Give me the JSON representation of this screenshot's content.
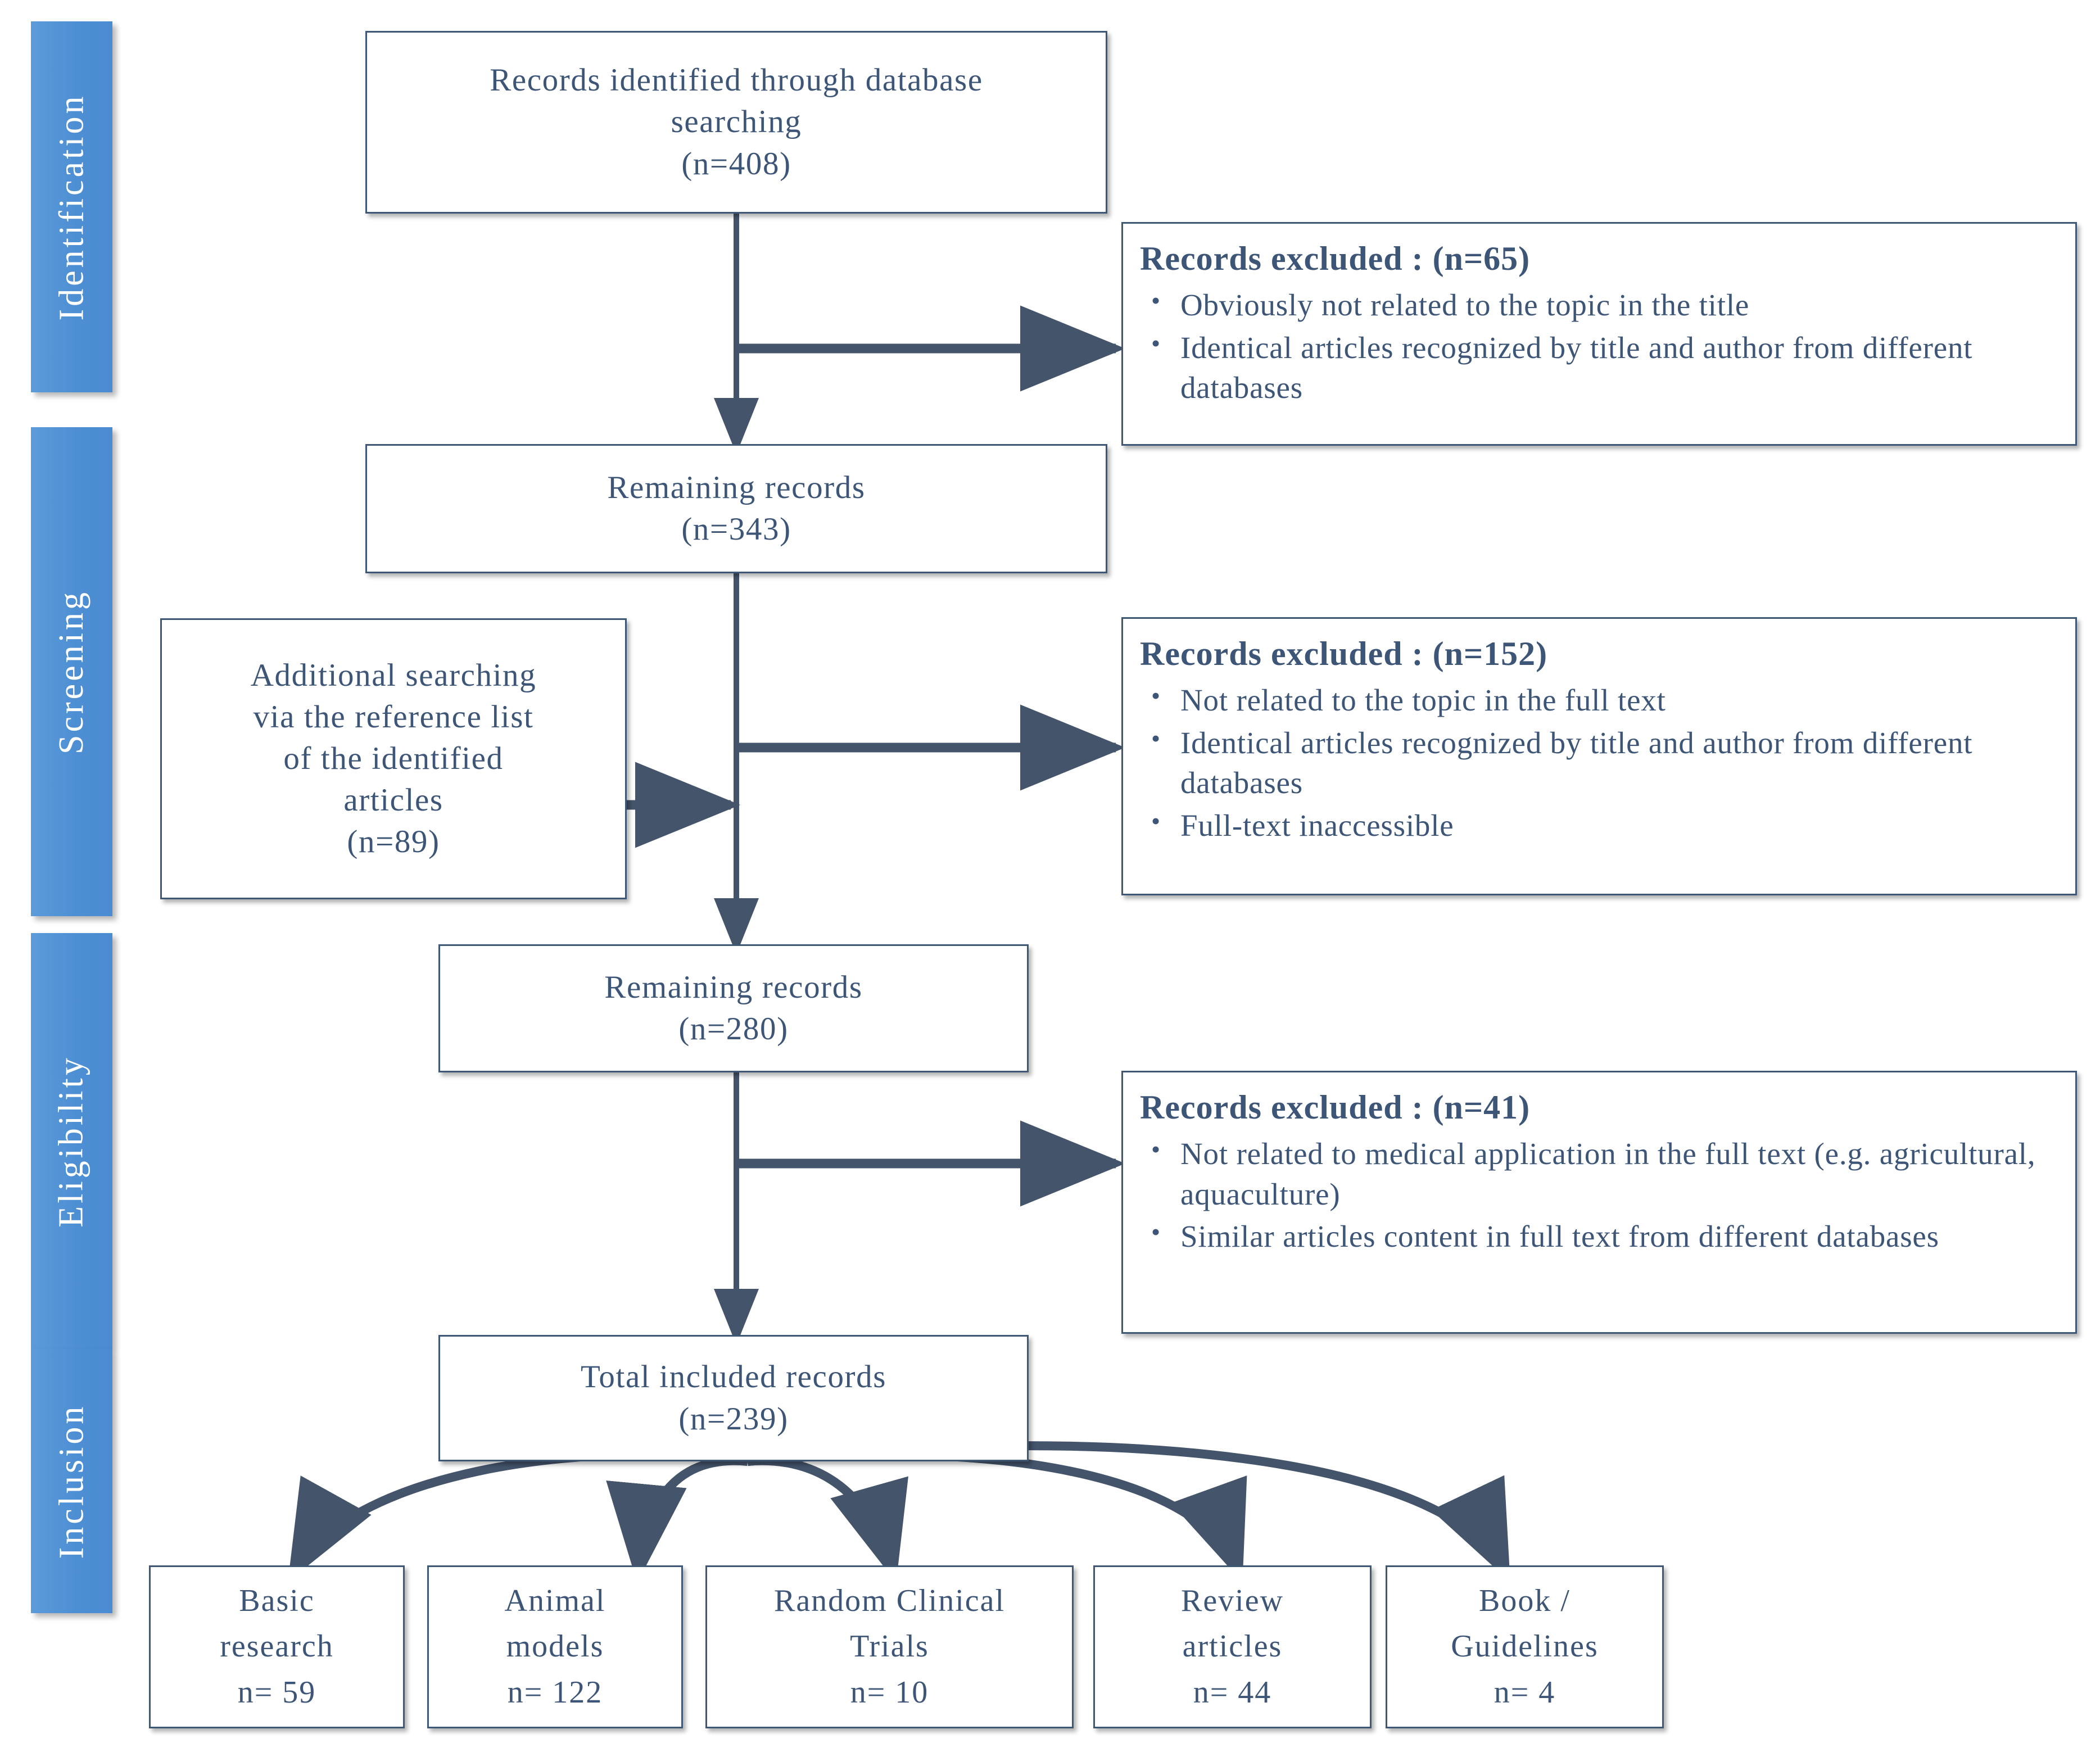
{
  "diagram": {
    "title": "PRISMA study selection flow diagram",
    "colors": {
      "phase_bar": "#4F8FD4",
      "box_border": "#3E5775",
      "text": "#3D5576",
      "connector": "#44546A",
      "background": "#FFFFFF"
    }
  },
  "phases": [
    {
      "label": "Identification"
    },
    {
      "label": "Screening"
    },
    {
      "label": "Eligibility"
    },
    {
      "label": "Inclusion"
    }
  ],
  "nodes": {
    "identified": {
      "l1": "Records identified through database",
      "l2": "searching",
      "l3": "(n=408)"
    },
    "remaining_343": {
      "l1": "Remaining records",
      "l2": "(n=343)"
    },
    "additional": {
      "l1": "Additional searching",
      "l2": "via the reference list",
      "l3": "of the identified",
      "l4": "articles",
      "l5": "(n=89)"
    },
    "remaining_280": {
      "l1": "Remaining records",
      "l2": "(n=280)"
    },
    "total_included": {
      "l1": "Total included records",
      "l2": "(n=239)"
    }
  },
  "excluded": [
    {
      "heading": "Records excluded : (n=65)",
      "bullets": [
        "Obviously not related to the topic in the title",
        "Identical articles recognized by title and author from different databases"
      ]
    },
    {
      "heading": "Records excluded : (n=152)",
      "bullets": [
        "Not related to the topic in the full text",
        "Identical articles recognized by title and author from different databases",
        "Full-text inaccessible"
      ]
    },
    {
      "heading": "Records excluded : (n=41)",
      "bullets": [
        "Not related to medical application in the full text (e.g. agricultural, aquaculture)",
        "Similar articles content in full text from different databases"
      ]
    }
  ],
  "leaves": [
    {
      "l1": "Basic",
      "l2": "research",
      "l3": "n= 59"
    },
    {
      "l1": "Animal",
      "l2": "models",
      "l3": "n= 122"
    },
    {
      "l1": "Random Clinical",
      "l2": "Trials",
      "l3": "n= 10"
    },
    {
      "l1": "Review",
      "l2": "articles",
      "l3": "n= 44"
    },
    {
      "l1": "Book /",
      "l2": "Guidelines",
      "l3": "n= 4"
    }
  ],
  "chart_data": {
    "type": "flowchart",
    "title": "PRISMA record selection flow",
    "stages": [
      {
        "phase": "Identification",
        "label": "Records identified through database searching",
        "n": 408
      },
      {
        "phase": "Identification",
        "label": "Records excluded",
        "n": 65
      },
      {
        "phase": "Screening",
        "label": "Remaining records",
        "n": 343
      },
      {
        "phase": "Screening",
        "label": "Additional searching via the reference list of the identified articles",
        "n": 89
      },
      {
        "phase": "Screening",
        "label": "Records excluded",
        "n": 152
      },
      {
        "phase": "Eligibility",
        "label": "Remaining records",
        "n": 280
      },
      {
        "phase": "Eligibility",
        "label": "Records excluded",
        "n": 41
      },
      {
        "phase": "Inclusion",
        "label": "Total included records",
        "n": 239
      }
    ],
    "breakdown": {
      "categories": [
        "Basic research",
        "Animal models",
        "Random Clinical Trials",
        "Review articles",
        "Book / Guidelines"
      ],
      "values": [
        59,
        122,
        10,
        44,
        4
      ]
    }
  }
}
